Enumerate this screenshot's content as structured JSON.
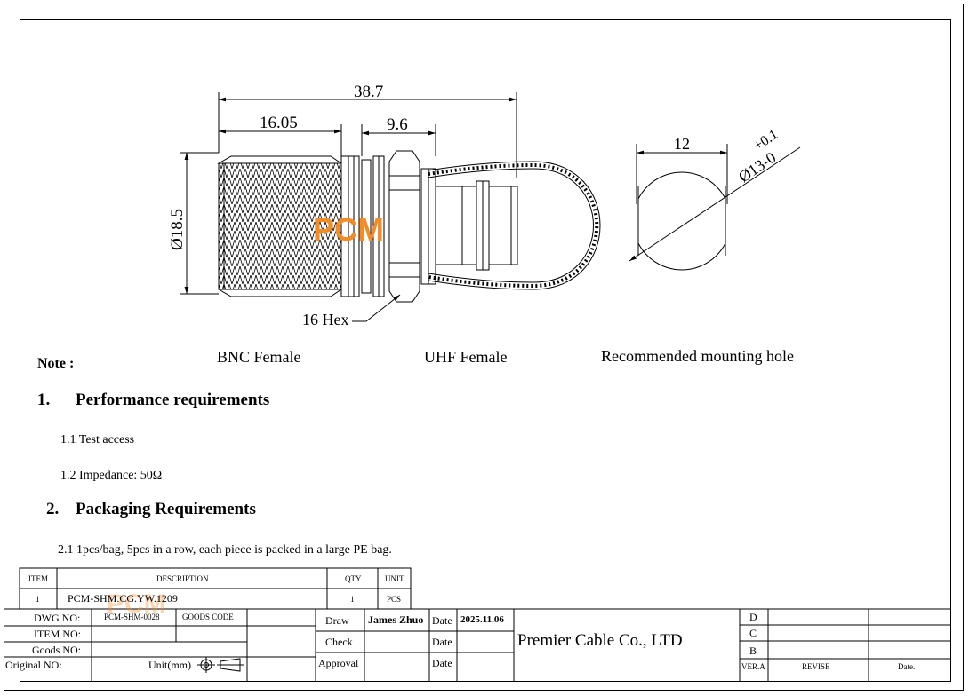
{
  "drawing": {
    "dimensions": {
      "overall_length": "38.7",
      "bnc_length": "16.05",
      "hex_width": "9.6",
      "diameter": "Ø18.5",
      "hex_callout": "16 Hex",
      "hole_width": "12",
      "hole_diameter": "Ø13-0",
      "hole_tolerance": "+0.1"
    },
    "logo_text": "PCM",
    "captions": {
      "bnc": "BNC Female",
      "uhf": "UHF Female",
      "mounting": "Recommended mounting hole"
    }
  },
  "notes": {
    "label": "Note :",
    "sections": [
      {
        "number": "1.",
        "title": "Performance requirements",
        "items": [
          "1.1 Test access",
          "1.2 Impedance: 50Ω"
        ]
      },
      {
        "number": "2.",
        "title": "Packaging Requirements",
        "items": [
          "2.1 1pcs/bag, 5pcs in a row, each piece is packed in a large PE bag."
        ]
      }
    ]
  },
  "bom": {
    "headers": {
      "item": "ITEM",
      "description": "DESCRIPTION",
      "qty": "QTY",
      "unit": "UNIT"
    },
    "rows": [
      {
        "item": "1",
        "description": "PCM-SHM.CG.YW.1209",
        "qty": "1",
        "unit": "PCS"
      }
    ]
  },
  "title_block": {
    "dwg_no_label": "DWG NO:",
    "dwg_no_value": "PCM-SHM-0028",
    "goods_code_label": "GOODS CODE",
    "item_no_label": "ITEM NO:",
    "goods_no_label": "Goods NO:",
    "original_no_label": "Original NO:",
    "unit_label": "Unit(mm)",
    "draw_label": "Draw",
    "draw_name": "James Zhuo",
    "check_label": "Check",
    "approval_label": "Approval",
    "date_label": "Date",
    "draw_date": "2025.11.06",
    "company": "Premier Cable Co., LTD",
    "revisions": [
      "D",
      "C",
      "B"
    ],
    "ver_label": "VER.A",
    "revise_label": "REVISE",
    "rev_date_label": "Date."
  },
  "colors": {
    "logo": "#f28c28"
  }
}
